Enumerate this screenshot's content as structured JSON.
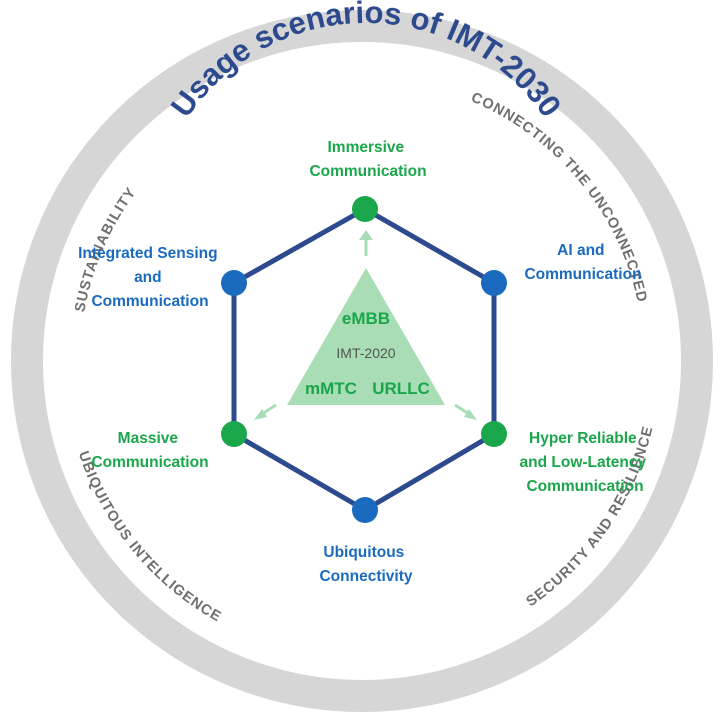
{
  "title": "Usage scenarios of IMT-2030",
  "ring_labels": {
    "top_left": "SUSTAINABILITY",
    "top_right": "CONNECTING THE UNCONNECTED",
    "bottom_left": "UBIQUITOUS INTELLIGENCE",
    "bottom_right": "SECURITY AND RESILIENCE"
  },
  "scenarios": {
    "top": [
      "Immersive",
      "Communication"
    ],
    "upper_right": [
      "AI and",
      "Communication"
    ],
    "lower_right": [
      "Hyper Reliable",
      "and Low-Latency",
      "Communication"
    ],
    "bottom": [
      "Ubiquitous",
      "Connectivity"
    ],
    "lower_left": [
      "Massive",
      "Communication"
    ],
    "upper_left": [
      "Integrated Sensing",
      "and",
      "Communication"
    ]
  },
  "triangle": {
    "top": "eMBB",
    "center": "IMT-2020",
    "bottom_left": "mMTC",
    "bottom_right": "URLLC"
  },
  "colors": {
    "ring": "#d6d6d6",
    "ring_text": "#6f6f6f",
    "title": "#2e4a8e",
    "hexagon": "#2e4a8e",
    "green": "#1aa64a",
    "blue": "#1a6bbf",
    "triangle": "#a8ddb5"
  }
}
